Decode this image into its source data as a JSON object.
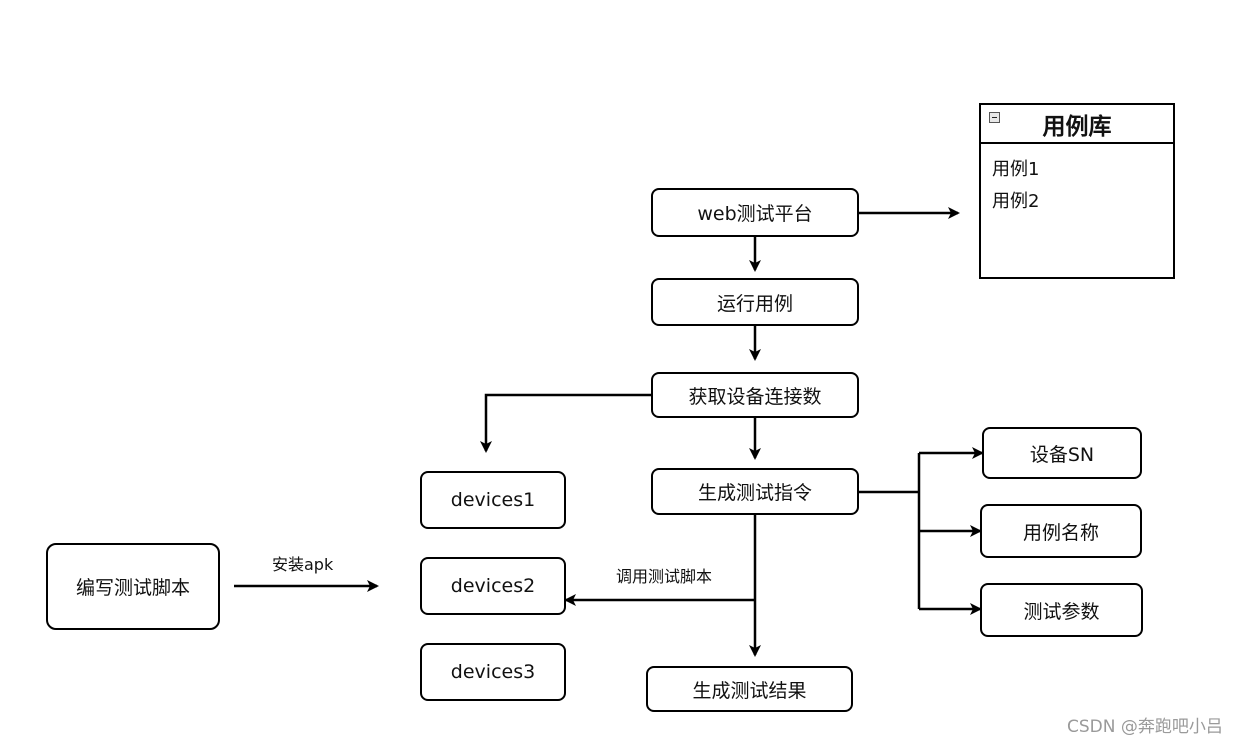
{
  "diagram": {
    "nodes": {
      "web_platform": "web测试平台",
      "run_case": "运行用例",
      "get_device_count": "获取设备连接数",
      "gen_command": "生成测试指令",
      "gen_result": "生成测试结果",
      "write_script": "编写测试脚本",
      "device1": "devices1",
      "device2": "devices2",
      "device3": "devices3",
      "param_sn": "设备SN",
      "param_case_name": "用例名称",
      "param_test_params": "测试参数"
    },
    "case_library": {
      "title": "用例库",
      "items": [
        "用例1",
        "用例2"
      ],
      "collapse_icon": "minus-square-icon"
    },
    "edge_labels": {
      "install_apk": "安装apk",
      "call_script": "调用测试脚本"
    },
    "watermark": "CSDN @奔跑吧小吕"
  }
}
